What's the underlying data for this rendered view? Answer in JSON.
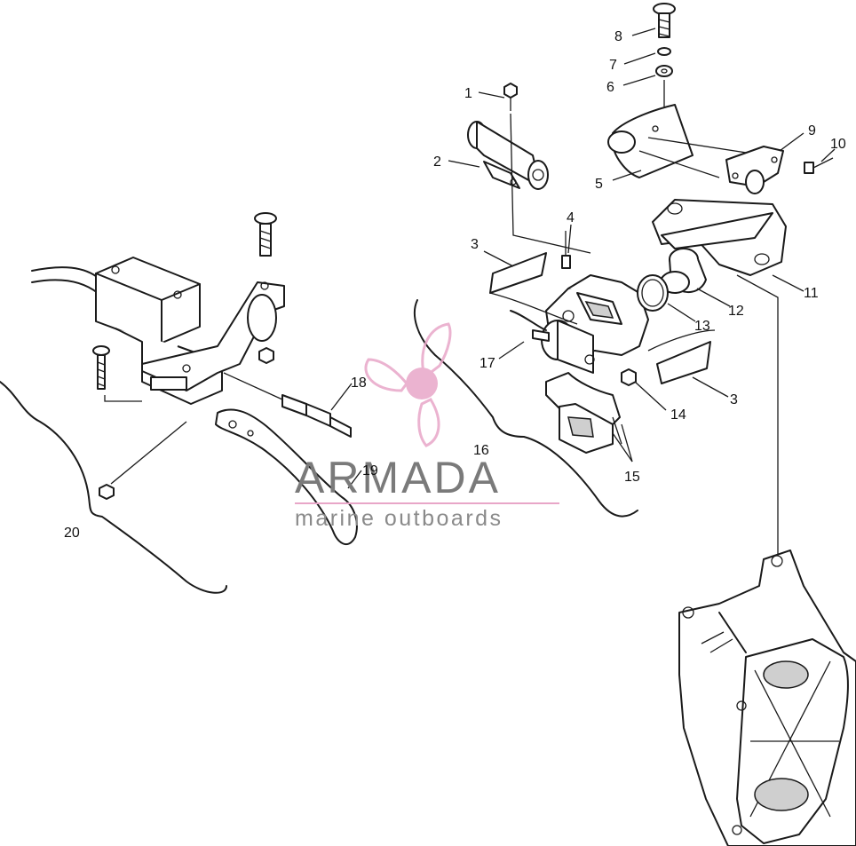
{
  "watermark": {
    "brand": "ARMADA",
    "tagline": "marine outboards",
    "icon": "propeller-logo-icon",
    "accent_color": "#e8a6c8",
    "text_color": "#7a7a7a"
  },
  "callouts": [
    {
      "id": "1",
      "label": "1",
      "part": "screw"
    },
    {
      "id": "2",
      "label": "2",
      "part": "brake-line-fitting"
    },
    {
      "id": "3",
      "label": "3",
      "part": "shim"
    },
    {
      "id": "4",
      "label": "4",
      "part": "bleeder-screw"
    },
    {
      "id": "5",
      "label": "5",
      "part": "mounting-plate"
    },
    {
      "id": "6",
      "label": "6",
      "part": "washer"
    },
    {
      "id": "7",
      "label": "7",
      "part": "lock-washer"
    },
    {
      "id": "8",
      "label": "8",
      "part": "bolt"
    },
    {
      "id": "9",
      "label": "9",
      "part": "pivot-bushing"
    },
    {
      "id": "10",
      "label": "10",
      "part": "small-screw"
    },
    {
      "id": "11",
      "label": "11",
      "part": "caliper-bracket"
    },
    {
      "id": "12",
      "label": "12",
      "part": "piston"
    },
    {
      "id": "13",
      "label": "13",
      "part": "seal-ring"
    },
    {
      "id": "14",
      "label": "14",
      "part": "nut"
    },
    {
      "id": "15",
      "label": "15",
      "part": "brake-pads"
    },
    {
      "id": "16",
      "label": "16",
      "part": "caliper-assembly"
    },
    {
      "id": "17",
      "label": "17",
      "part": "brake-hose"
    },
    {
      "id": "18",
      "label": "18",
      "part": "lever-pivot-pin"
    },
    {
      "id": "19",
      "label": "19",
      "part": "brake-lever"
    },
    {
      "id": "20",
      "label": "20",
      "part": "master-cylinder-assembly"
    }
  ]
}
